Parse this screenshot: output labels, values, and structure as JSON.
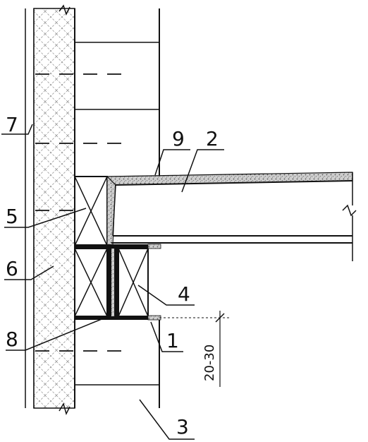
{
  "drawing": {
    "callouts": {
      "c1": "1",
      "c2": "2",
      "c3": "3",
      "c4": "4",
      "c5": "5",
      "c6": "6",
      "c7": "7",
      "c8": "8",
      "c9": "9"
    },
    "dimension_text": "20-30"
  }
}
